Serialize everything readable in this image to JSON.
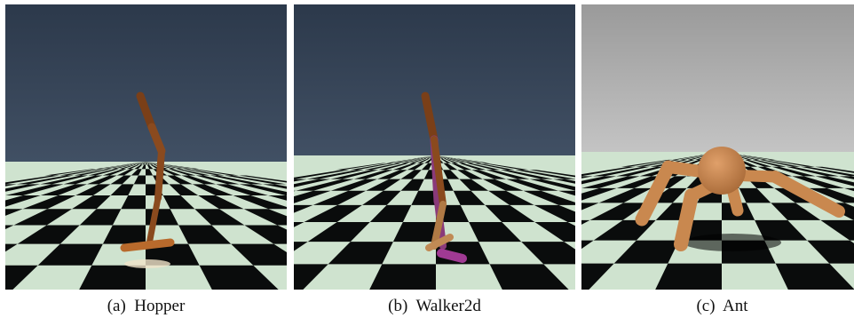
{
  "panels": [
    {
      "id": "a",
      "caption": "(a)  Hopper"
    },
    {
      "id": "b",
      "caption": "(b)  Walker2d"
    },
    {
      "id": "c",
      "caption": "(c)  Ant"
    }
  ],
  "colors": {
    "sky_dark": "#3f4f63",
    "sky_light": "#2e3b4d",
    "sky_gray_top": "#9c9c9c",
    "sky_gray_bottom": "#bdbdbd",
    "floor_light": "#cfe3cf",
    "floor_dark": "#0a0c0c",
    "hopper_body": "#8a4a1e",
    "walker_right_leg": "#8a3a7a",
    "ant_body": "#c9884f"
  }
}
